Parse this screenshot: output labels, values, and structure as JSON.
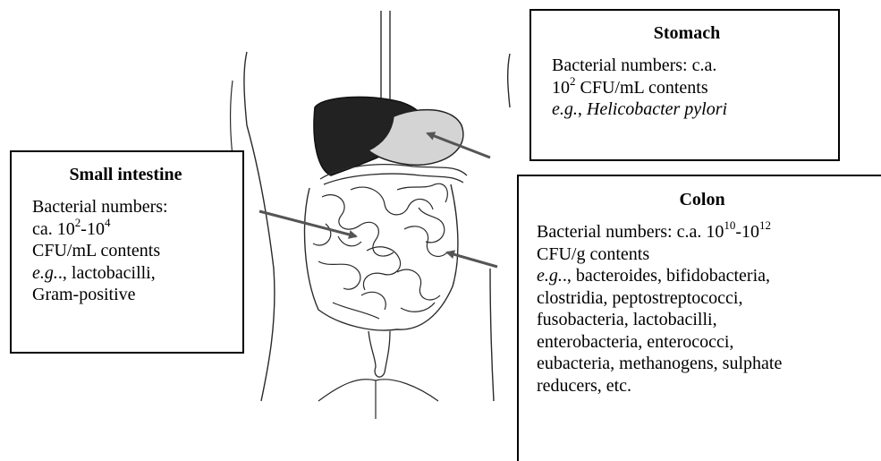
{
  "stomach": {
    "title": "Stomach",
    "counts_prefix": "Bacterial numbers: c.a.",
    "base": "10",
    "exp": "2",
    "unit": " CFU/mL contents",
    "eg": "e.g.",
    "example": "Helicobacter pylori"
  },
  "small_intestine": {
    "title": "Small intestine",
    "counts_label": "Bacterial numbers:",
    "ca": "ca. ",
    "base1": "10",
    "exp1": "2",
    "sep": "-",
    "base2": "10",
    "exp2": "4",
    "unit": "CFU/mL contents",
    "eg": "e.g.",
    "examples_1": "., lactobacilli,",
    "examples_2": "Gram-positive"
  },
  "colon": {
    "title": "Colon",
    "counts_prefix": "Bacterial numbers: c.a. ",
    "base1": "10",
    "exp1": "10",
    "sep": "-",
    "base2": "10",
    "exp2": "12",
    "unit": "CFU/g contents",
    "eg": "e.g.",
    "lines": [
      "., bacteroides, bifidobacteria,",
      "clostridia, peptostreptococci,",
      "fusobacteria, lactobacilli,",
      "enterobacteria, enterococci,",
      "eubacteria, methanogens, sulphate",
      "reducers, etc."
    ]
  },
  "colors": {
    "liver": "#222222",
    "stomach": "#d4d4d4",
    "line": "#2a2a2a",
    "arrow": "#555555"
  }
}
